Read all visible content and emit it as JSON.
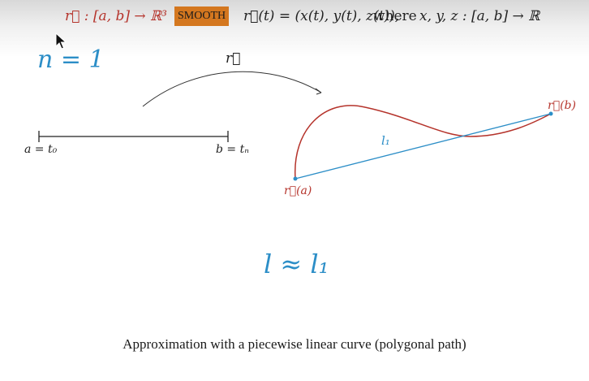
{
  "header": {
    "map_signature": "r⃗ : [a, b] → ℝ³",
    "badge_label": "SMOOTH",
    "param_definition": "r⃗(t) = (x(t), y(t), z(t)),",
    "where_word": "where",
    "component_definition": "x, y, z : [a, b] → ℝ"
  },
  "diagram": {
    "n_label": "n = 1",
    "arrow_label": "r⃗",
    "interval_start": "a = t₀",
    "interval_end": "b = tₙ",
    "curve_start": "r⃗(a)",
    "curve_end": "r⃗(b)",
    "segment_label": "l₁"
  },
  "formula": "l ≈ l₁",
  "caption": "Approximation with a piecewise linear curve (polygonal path)",
  "colors": {
    "curve": "#b5332b",
    "segment": "#2c8ec7",
    "badge": "#d4771f"
  }
}
